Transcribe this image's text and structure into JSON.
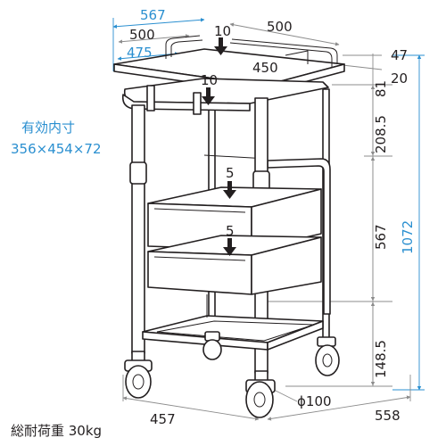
{
  "colors": {
    "dimension_blue": "#2a8fd0",
    "line": "#231f20",
    "dim_gray": "#8c8c8c"
  },
  "dimensions": {
    "top_width_outer": "567",
    "top_width_500": "500",
    "top_width_475": "475",
    "top_depth_500": "500",
    "top_depth_450": "450",
    "rail_47": "47",
    "rail_20": "20",
    "h_81": "81",
    "h_208_5": "208.5",
    "h_567": "567",
    "h_148_5": "148.5",
    "h_total": "1072",
    "base_width": "457",
    "base_depth": "558",
    "caster": "ϕ100"
  },
  "loads": {
    "top_shelf": "10",
    "handle_bar": "10",
    "upper_tray": "5",
    "lower_tray": "5"
  },
  "effective_inner": {
    "label": "有効内寸",
    "value": "356×454×72"
  },
  "total_load": "総耐荷重 30kg"
}
